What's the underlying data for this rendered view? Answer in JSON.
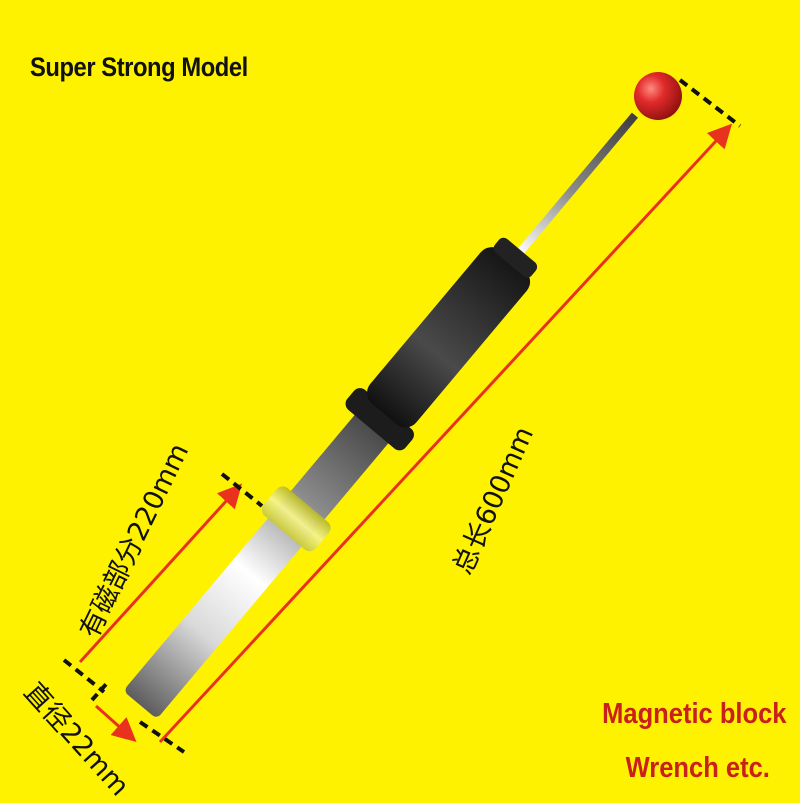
{
  "title": "Super Strong Model",
  "dimensions": {
    "total_length": "总长600mm",
    "magnetic_part": "有磁部分220mm",
    "diameter": "直径22mm"
  },
  "notes": [
    "Magnetic block",
    "Wrench etc."
  ],
  "colors": {
    "background": "#FFF200",
    "dimension_line": "#E8321E",
    "note_text": "#C8201A",
    "ball": "#E22B2B",
    "grip": "#2A2A2A",
    "ring": "#E7E85A"
  },
  "icons": [
    "magnetic-pickup-tool"
  ]
}
